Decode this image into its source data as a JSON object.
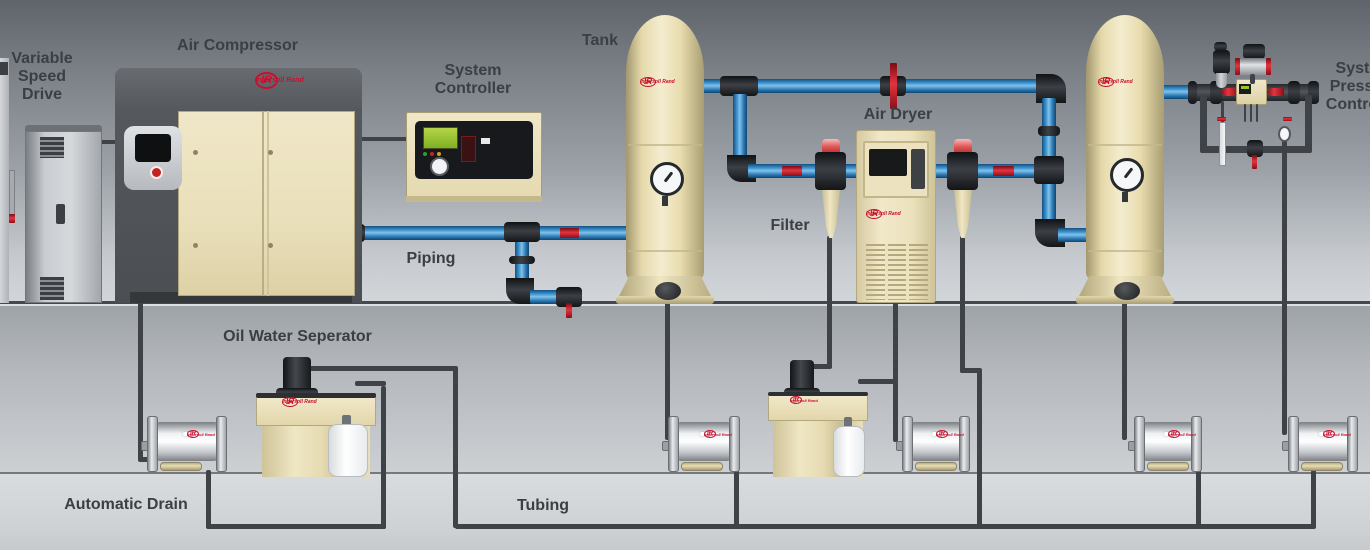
{
  "labels": {
    "variable_speed_drive": "Variable Speed Drive",
    "air_compressor": "Air Compressor",
    "system_controller": "System Controller",
    "tank": "Tank",
    "air_dryer": "Air Dryer",
    "filter": "Filter",
    "piping": "Piping",
    "oil_water_separator": "Oil Water Seperator",
    "automatic_drain": "Automatic Drain",
    "tubing": "Tubing",
    "system_pressure_controller": "System Pressure Controller"
  },
  "brand": {
    "ir": "IR",
    "name": "Ingersoll Rand"
  },
  "colors": {
    "pipe_blue": "#2d7fc0",
    "accent_red": "#cf1723",
    "tube": "#3f4347",
    "cream": "#ecdfb6",
    "label": "#3b3f43"
  }
}
